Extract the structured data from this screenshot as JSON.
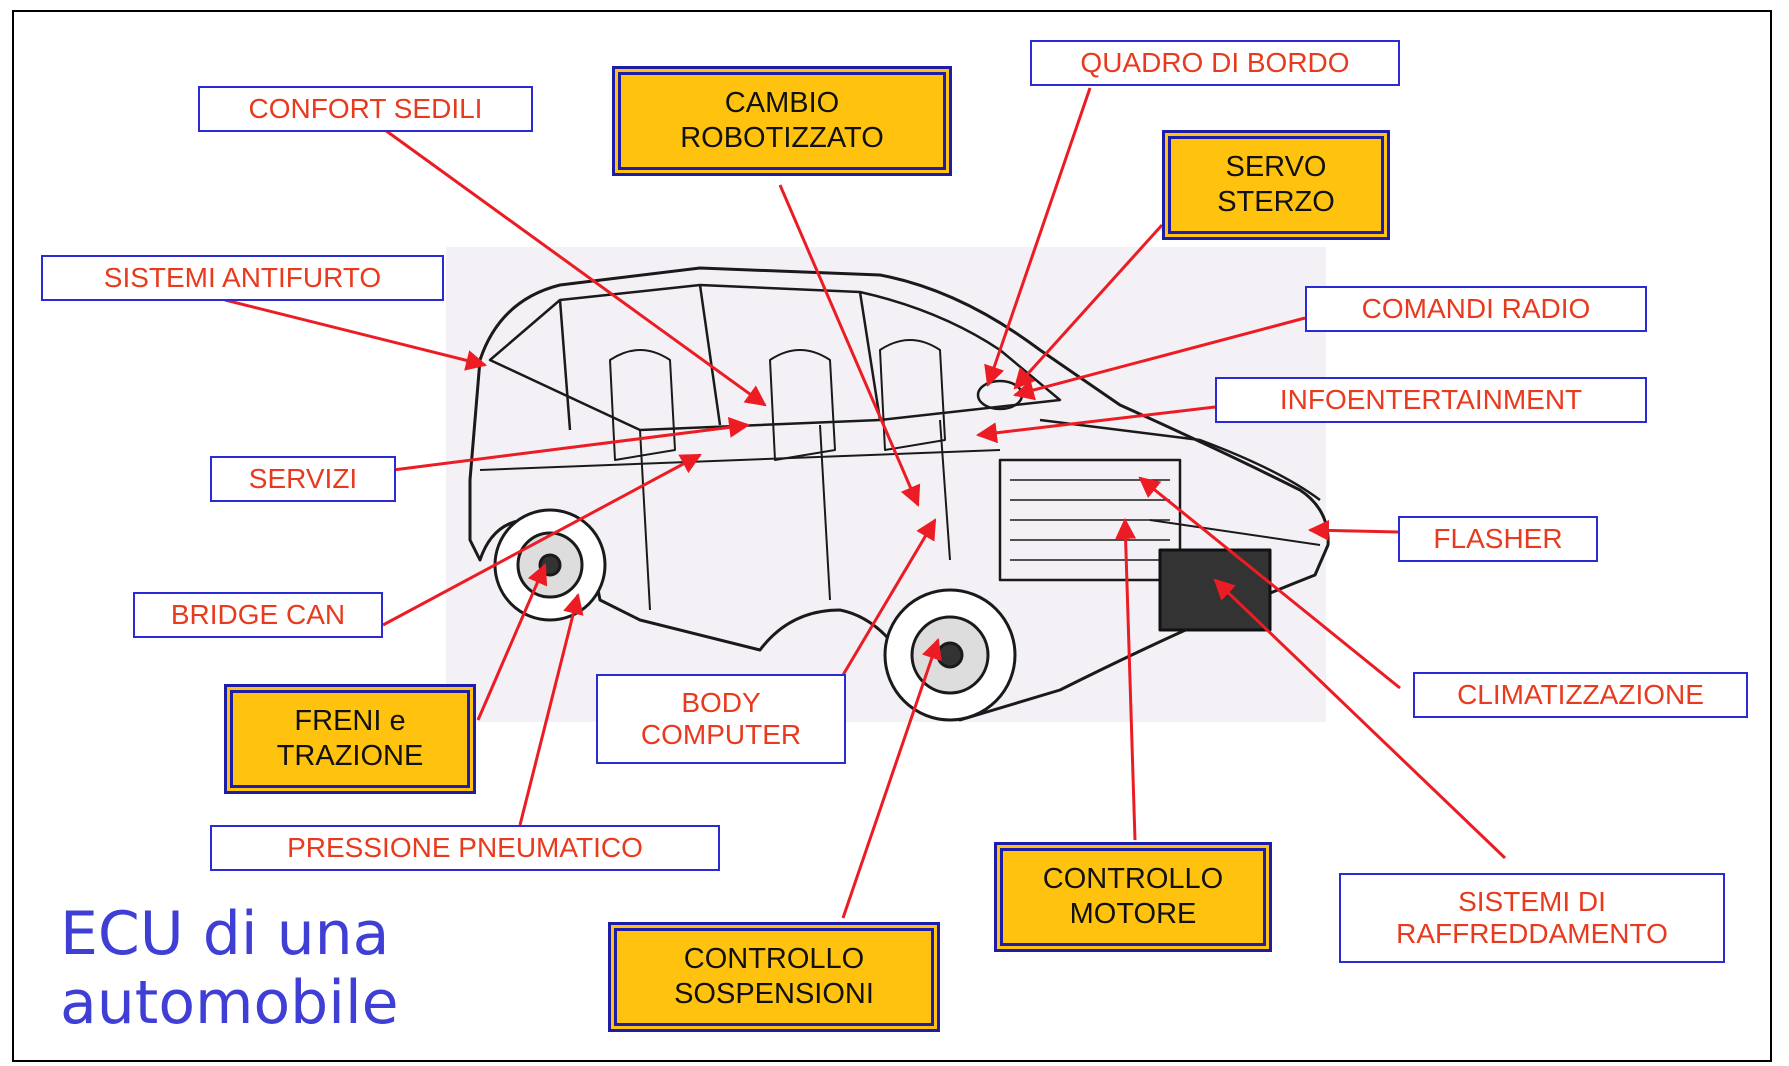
{
  "title": {
    "line1": "ECU di una",
    "line2": "automobile"
  },
  "colors": {
    "arrow": "#ec1c24",
    "label_text": "#e83a1e",
    "label_border": "#2b2bd6",
    "highlight_fill": "#ffc20e",
    "title_text": "#3f3fd6"
  },
  "labels": {
    "confort_sedili": "CONFORT SEDILI",
    "sistemi_antifurto": "SISTEMI ANTIFURTO",
    "servizi": "SERVIZI",
    "bridge_can": "BRIDGE CAN",
    "pressione_pneumatico": "PRESSIONE PNEUMATICO",
    "body_computer": {
      "line1": "BODY",
      "line2": "COMPUTER"
    },
    "quadro_di_bordo": "QUADRO DI BORDO",
    "comandi_radio": "COMANDI RADIO",
    "infoentertainment": "INFOENTERTAINMENT",
    "flasher": "FLASHER",
    "climatizzazione": "CLIMATIZZAZIONE",
    "sistemi_di_raffreddamento": {
      "line1": "SISTEMI DI",
      "line2": "RAFFREDDAMENTO"
    }
  },
  "highlighted": {
    "cambio_robotizzato": {
      "line1": "CAMBIO",
      "line2": "ROBOTIZZATO"
    },
    "servo_sterzo": {
      "line1": "SERVO",
      "line2": "STERZO"
    },
    "freni_trazione": {
      "line1": "FRENI e",
      "line2": "TRAZIONE"
    },
    "controllo_sospensioni": {
      "line1": "CONTROLLO",
      "line2": "SOSPENSIONI"
    },
    "controllo_motore": {
      "line1": "CONTROLLO",
      "line2": "MOTORE"
    }
  }
}
